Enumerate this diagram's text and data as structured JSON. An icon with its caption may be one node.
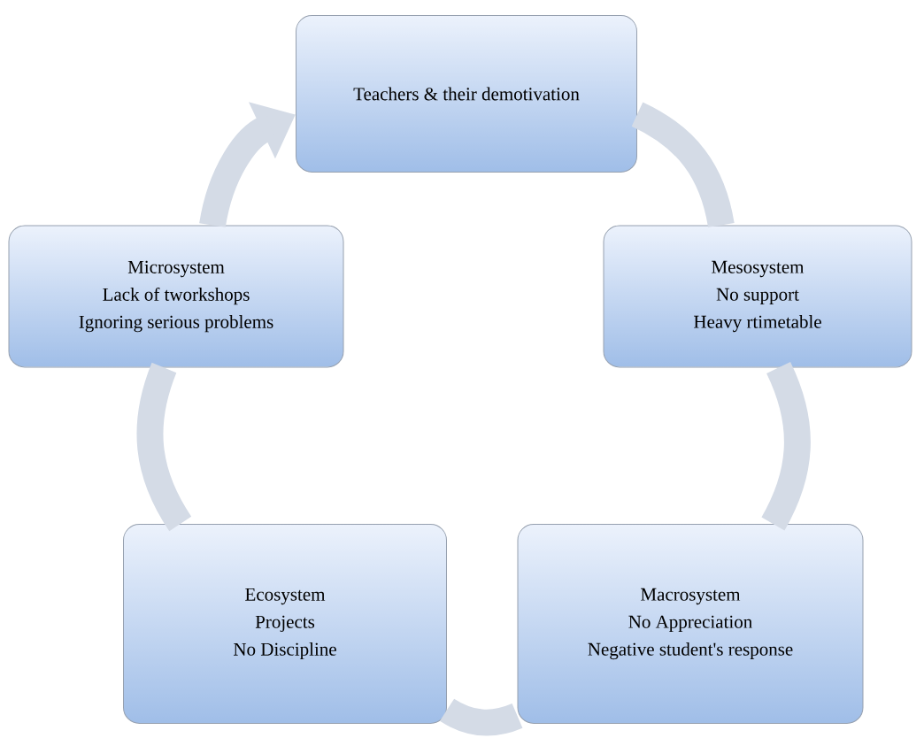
{
  "diagram": {
    "nodes": [
      {
        "text": [
          "Teachers & their demotivation"
        ]
      },
      {
        "text": [
          "Mesosystem",
          "No  support",
          "Heavy rtimetable"
        ]
      },
      {
        "text": [
          "Macrosystem",
          "No Appreciation",
          "Negative student's response"
        ]
      },
      {
        "text": [
          "Ecosystem",
          "Projects",
          "No Discipline"
        ]
      },
      {
        "text": [
          "Microsystem",
          "Lack of tworkshops",
          "Ignoring serious problems"
        ]
      }
    ],
    "edges": [
      {
        "from": 0,
        "to": 1,
        "arrow": "none"
      },
      {
        "from": 1,
        "to": 2,
        "arrow": "none"
      },
      {
        "from": 2,
        "to": 3,
        "arrow": "none"
      },
      {
        "from": 3,
        "to": 4,
        "arrow": "none"
      },
      {
        "from": 4,
        "to": 0,
        "arrow": "to"
      }
    ]
  }
}
